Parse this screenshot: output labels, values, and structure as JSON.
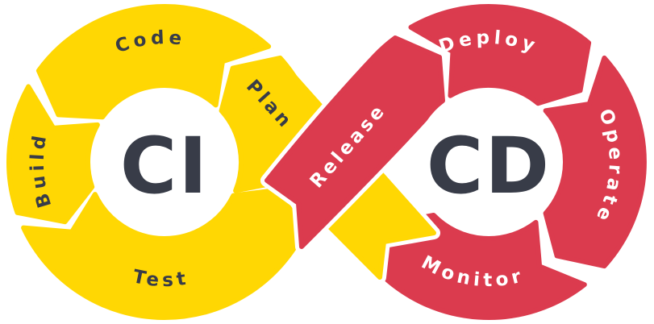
{
  "diagram": {
    "type": "cicd-infinity-loop",
    "background_color": "#ffffff",
    "gap_color": "#ffffff",
    "center_label_color": "#383C48",
    "flow_order": [
      "Plan",
      "Code",
      "Build",
      "Test",
      "Release",
      "Deploy",
      "Operate",
      "Monitor"
    ],
    "ci_loop": {
      "center_label": "CI",
      "color": "#FFD703",
      "label_color": "#383C48",
      "segments": {
        "code": "Code",
        "build": "Build",
        "test": "Test",
        "plan": "Plan"
      }
    },
    "cd_loop": {
      "center_label": "CD",
      "color": "#DB3B4E",
      "label_color": "#FFFFFF",
      "segments": {
        "deploy": "Deploy",
        "operate": "Operate",
        "monitor": "Monitor",
        "release": "Release"
      }
    }
  }
}
